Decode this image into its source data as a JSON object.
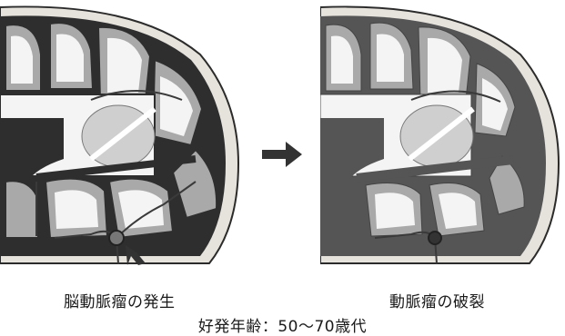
{
  "captions": {
    "left": "脳動脈瘤の発生",
    "right": "動脈瘤の破裂",
    "bottom": "好発年齢：50〜70歳代"
  },
  "colors": {
    "skull_outline": "#2b2b2b",
    "bone": "#e6e2dc",
    "sulci": "#2e2e2e",
    "gray_matter": "#a9a9a9",
    "white_matter": "#f4f4f4",
    "hemorrhage": "#555555",
    "vessel": "#3a3a3a",
    "arrow": "#333333"
  },
  "icons": {
    "progress": "right-arrow-icon",
    "pointer": "pointer-arrow-icon"
  }
}
